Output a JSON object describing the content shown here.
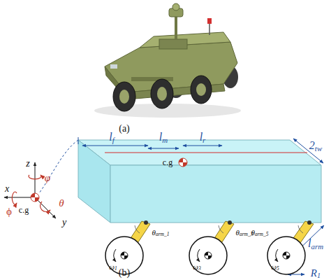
{
  "diagram": {
    "labels": [
      "(a)",
      "(b)",
      "lf",
      "lm",
      "lr",
      "2tw",
      "larm",
      "c.g",
      "z",
      "φ",
      "x",
      "c.g",
      "ϕ",
      "θ",
      "y",
      "θarm_1",
      "θarm_3",
      "θarm_5",
      "ω1",
      "ω3",
      "ω5",
      "R1"
    ]
  }
}
